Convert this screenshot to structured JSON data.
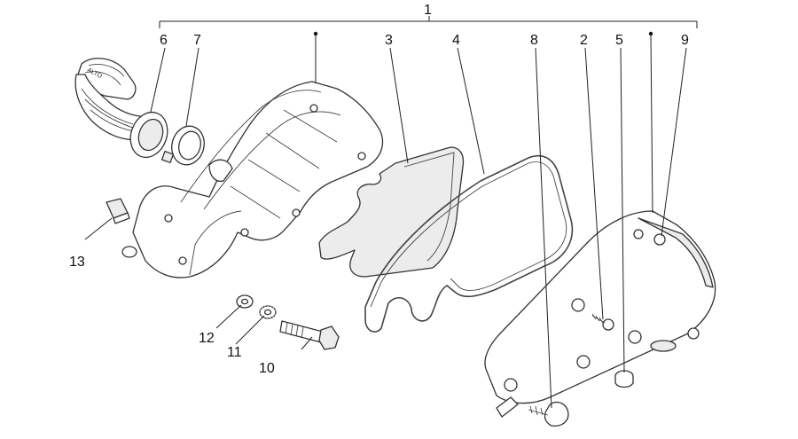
{
  "diagram": {
    "callouts": {
      "c1": "1",
      "c2": "2",
      "c3": "3",
      "c4": "4",
      "c5": "5",
      "c6": "6",
      "c7": "7",
      "c8": "8",
      "c9": "9",
      "c10": "10",
      "c11": "11",
      "c12": "12",
      "c13": "13"
    },
    "labels": {
      "duct_marking": "ALTO"
    }
  }
}
